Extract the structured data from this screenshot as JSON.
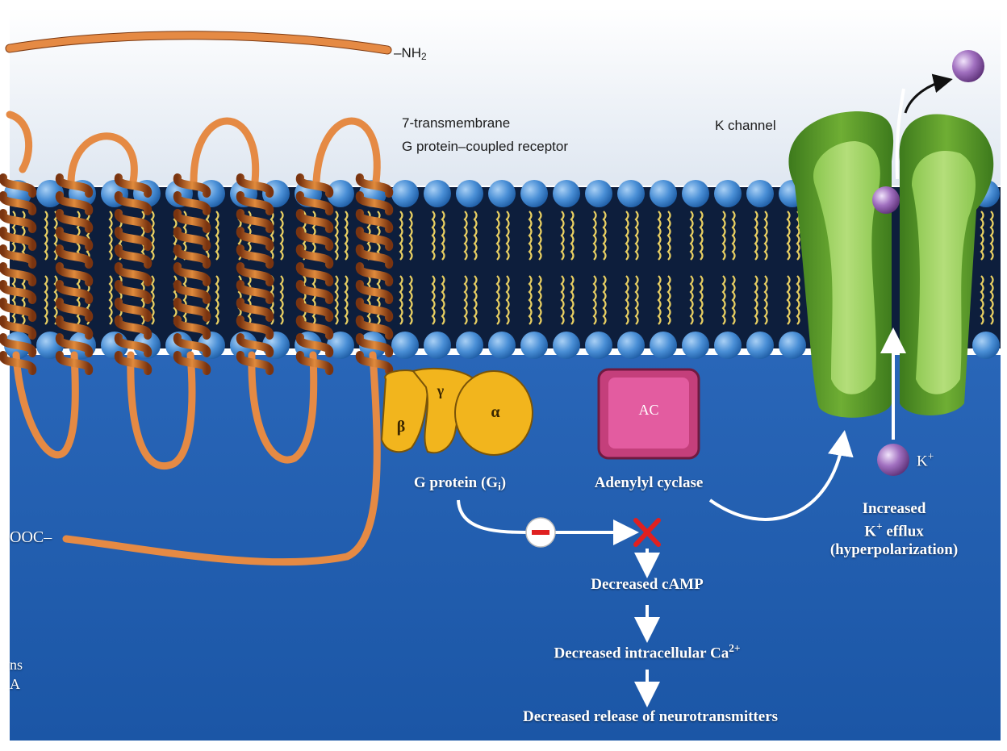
{
  "labels": {
    "nh2_prefix": "NH",
    "nh2_sub": "2",
    "receptor_line1": "7-transmembrane",
    "receptor_line2": "G protein–coupled receptor",
    "k_channel": "K channel",
    "cooh": "OOC",
    "beta": "β",
    "gamma": "γ",
    "alpha": "α",
    "g_protein_prefix": "G protein (G",
    "g_protein_sub": "i",
    "g_protein_suffix": ")",
    "ac": "AC",
    "adenylyl_cyclase": "Adenylyl cyclase",
    "k_ion": "K",
    "k_ion_sup": "+",
    "efflux_line1": "Increased",
    "efflux_k": "K",
    "efflux_sup": "+",
    "efflux_rest": " efflux",
    "efflux_line3": "(hyperpolarization)",
    "decreased_camp": "Decreased cAMP",
    "decreased_ca_prefix": "Decreased intracellular Ca",
    "decreased_ca_sup": "2+",
    "decreased_release": "Decreased release of neurotransmitters",
    "edge_line1": "ns",
    "edge_line2": "A"
  },
  "colors": {
    "extracellular": "#e9eef5",
    "intracellular": "#1f5fb3",
    "membrane_core": "#0d1e3c",
    "phospholipid_head": "#4a8fd6",
    "lipid_tail": "#e8cf62",
    "receptor_helix": "#c5651f",
    "receptor_loop": "#e58a44",
    "g_protein": "#f2b51d",
    "adenylyl_cyclase": "#d64c8b",
    "k_channel": "#7dba3c",
    "k_ion": "#a170c0",
    "inhibition": "#e02020"
  }
}
